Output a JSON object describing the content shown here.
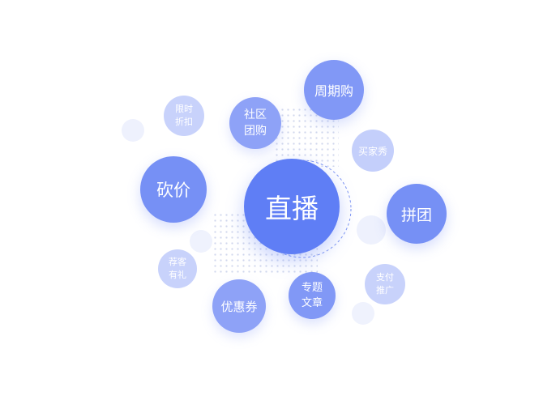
{
  "features": {
    "center": "直播",
    "periodic": "周期购",
    "community": "社区\n团购",
    "limited": "限时\n折扣",
    "bargain": "砍价",
    "buyershow": "买家秀",
    "groupbuy": "拼团",
    "referral": "荐客\n有礼",
    "coupon": "优惠券",
    "article": "专题\n文章",
    "payment": "支付\n推广"
  },
  "colors": {
    "primary": "#5f7ef5",
    "strong": "#7690f5",
    "medium": "#95a9f8",
    "light": "#b4c2fa",
    "lighter": "#c8d2fb",
    "faint": "#eef1fd"
  }
}
